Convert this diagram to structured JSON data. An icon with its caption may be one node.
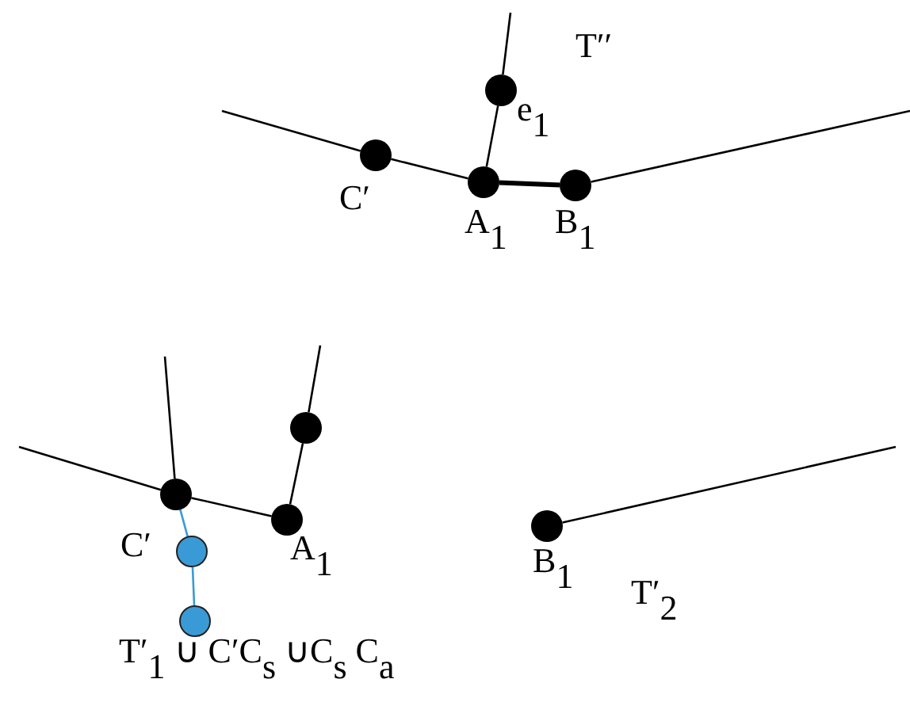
{
  "diagram": {
    "nodes": [
      {
        "text": [],
        "shape": "circle"
      },
      {
        "text": [],
        "shape": "circle"
      },
      {
        "text": [],
        "shape": "circle"
      },
      {
        "text": [],
        "shape": "circle"
      },
      {
        "text": [],
        "shape": "circle"
      },
      {
        "text": [],
        "shape": "circle"
      },
      {
        "text": [],
        "shape": "circle"
      },
      {
        "text": [],
        "shape": "circle"
      },
      {
        "text": [],
        "shape": "circle"
      },
      {
        "text": [],
        "shape": "circle"
      }
    ],
    "edges": [
      {
        "from": null,
        "to": 0,
        "arrow": "none"
      },
      {
        "from": 0,
        "to": 2,
        "arrow": "none"
      },
      {
        "from": null,
        "to": 1,
        "arrow": "none"
      },
      {
        "from": 1,
        "to": 2,
        "arrow": "none"
      },
      {
        "from": 2,
        "to": 3,
        "arrow": "none",
        "style": "thick"
      },
      {
        "from": 3,
        "to": null,
        "arrow": "none"
      },
      {
        "from": null,
        "to": 5,
        "arrow": "none"
      },
      {
        "from": null,
        "to": 5,
        "arrow": "none"
      },
      {
        "from": 5,
        "to": 6,
        "arrow": "none"
      },
      {
        "from": 6,
        "to": 4,
        "arrow": "none"
      },
      {
        "from": 4,
        "to": null,
        "arrow": "none"
      },
      {
        "from": 7,
        "to": null,
        "arrow": "none"
      },
      {
        "from": 5,
        "to": 8,
        "arrow": "none",
        "color": "#3a9ad6"
      },
      {
        "from": 8,
        "to": 9,
        "arrow": "none",
        "color": "#3a9ad6"
      }
    ],
    "labels": [
      "T′′",
      "e$_{1}$",
      "C′",
      "A$_{1}$",
      "B$_{1}$",
      "C′",
      "A$_{1}$",
      "B$_{1}$",
      "T′$_{2}$",
      "T′$_{1}$ ∪ C′C$_{s}$ ∪C$_{s}$ C$_{a}$"
    ]
  }
}
